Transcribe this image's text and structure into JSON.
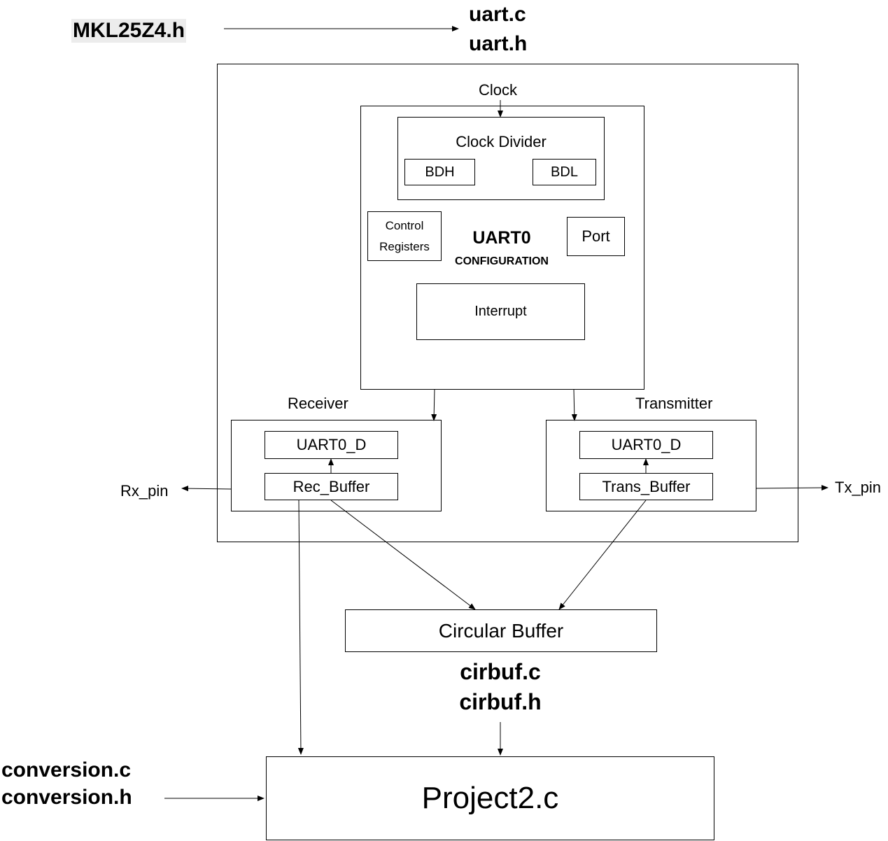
{
  "header": {
    "mkl_file": "MKL25Z4.h",
    "uart_files": [
      "uart.c",
      "uart.h"
    ]
  },
  "uart_block": {
    "clock_label": "Clock",
    "clock_divider": {
      "title": "Clock Divider",
      "bdh": "BDH",
      "bdl": "BDL"
    },
    "control_registers": [
      "Control",
      "Registers"
    ],
    "title": "UART0",
    "subtitle": "CONFIGURATION",
    "port": "Port",
    "interrupt": "Interrupt"
  },
  "receiver": {
    "label": "Receiver",
    "data_reg": "UART0_D",
    "buffer": "Rec_Buffer",
    "pin": "Rx_pin"
  },
  "transmitter": {
    "label": "Transmitter",
    "data_reg": "UART0_D",
    "buffer": "Trans_Buffer",
    "pin": "Tx_pin"
  },
  "circular_buffer": {
    "label": "Circular Buffer",
    "files": [
      "cirbuf.c",
      "cirbuf.h"
    ]
  },
  "conversion": {
    "files": [
      "conversion.c",
      "conversion.h"
    ]
  },
  "project": {
    "label": "Project2.c"
  },
  "colors": {
    "line": "#000000",
    "highlight_bg": "#ececec"
  }
}
